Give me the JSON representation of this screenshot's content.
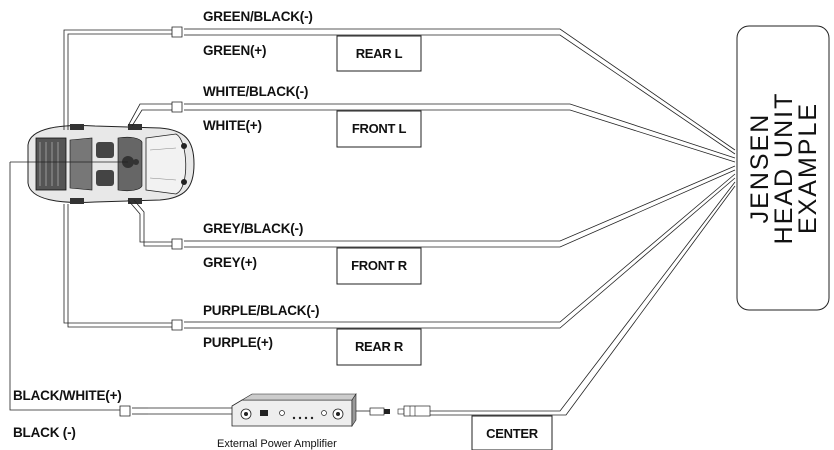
{
  "head_unit": {
    "lines": [
      "JENSEN",
      "HEAD UNIT",
      "EXAMPLE"
    ]
  },
  "wires": {
    "rear_left": {
      "neg": "GREEN/BLACK(-)",
      "pos": "GREEN(+)",
      "box": "REAR L"
    },
    "front_left": {
      "neg": "WHITE/BLACK(-)",
      "pos": "WHITE(+)",
      "box": "FRONT L"
    },
    "front_right": {
      "neg": "GREY/BLACK(-)",
      "pos": "GREY(+)",
      "box": "FRONT R"
    },
    "rear_right": {
      "neg": "PURPLE/BLACK(-)",
      "pos": "PURPLE(+)",
      "box": "REAR R"
    },
    "center": {
      "pos": "BLACK/WHITE(+)",
      "neg": "BLACK (-)",
      "box": "CENTER"
    }
  },
  "amplifier": {
    "caption": "External Power Amplifier"
  }
}
